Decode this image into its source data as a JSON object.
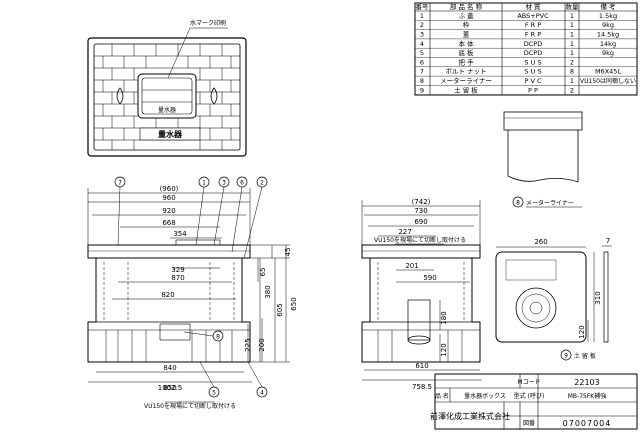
{
  "parts_table": {
    "headers": [
      "番号",
      "部 品 名 称",
      "材 質",
      "数量",
      "備 考"
    ],
    "rows": [
      {
        "no": "1",
        "name": "ふ 蓋",
        "material": "ABS+PVC",
        "qty": "1",
        "note": "1.5kg"
      },
      {
        "no": "2",
        "name": "枠",
        "material": "F R P",
        "qty": "1",
        "note": "9kg"
      },
      {
        "no": "3",
        "name": "蓋",
        "material": "F R P",
        "qty": "1",
        "note": "14.5kg"
      },
      {
        "no": "4",
        "name": "本 体",
        "material": "DCPD",
        "qty": "1",
        "note": "14kg"
      },
      {
        "no": "5",
        "name": "底 板",
        "material": "DCPD",
        "qty": "1",
        "note": "9kg"
      },
      {
        "no": "6",
        "name": "把 手",
        "material": "S U S",
        "qty": "2",
        "note": ""
      },
      {
        "no": "7",
        "name": "ボルト ナット",
        "material": "S U S",
        "qty": "8",
        "note": "M6X45L"
      },
      {
        "no": "8",
        "name": "メーターライナー",
        "material": "P V C",
        "qty": "1",
        "note": "VU150は同梱しない"
      },
      {
        "no": "9",
        "name": "土 留 板",
        "material": "P P",
        "qty": "2",
        "note": ""
      }
    ]
  },
  "top_view": {
    "callout": "水マーク印刷",
    "lid_text": "量水器"
  },
  "front_view": {
    "width_dims": [
      "(960)",
      "960",
      "920",
      "668",
      "354",
      "329",
      "870",
      "820",
      "840",
      "850",
      "1002.5"
    ],
    "height_dims": [
      "45",
      "65",
      "380",
      "605",
      "650",
      "225",
      "200"
    ],
    "balloons": [
      "7",
      "1",
      "3",
      "6",
      "2",
      "8",
      "5",
      "4"
    ],
    "note": "VU150を現場にて切断し取付ける"
  },
  "side_view": {
    "width_dims": [
      "(742)",
      "730",
      "690",
      "227",
      "201",
      "590",
      "610",
      "758.5"
    ],
    "height_dims": [
      "180",
      "120"
    ],
    "note": "VU150を現場にて切断し取付ける"
  },
  "liner": {
    "balloon": "8",
    "label": "メーターライナー"
  },
  "board": {
    "dims": [
      "260",
      "7",
      "310",
      "120"
    ],
    "balloon": "9",
    "label": "土 留 板"
  },
  "title_block": {
    "mcode_label": "Mコード",
    "mcode": "22103",
    "name_label": "品 名",
    "product": "量水器ボックス",
    "model_label": "型式 (呼び)",
    "model": "MB-75FK補強",
    "company": "前澤化成工業株式会社",
    "drawing_label": "図番",
    "drawing_no": "07007004"
  },
  "colors": {
    "line": "#000000",
    "paper": "#ffffff"
  }
}
